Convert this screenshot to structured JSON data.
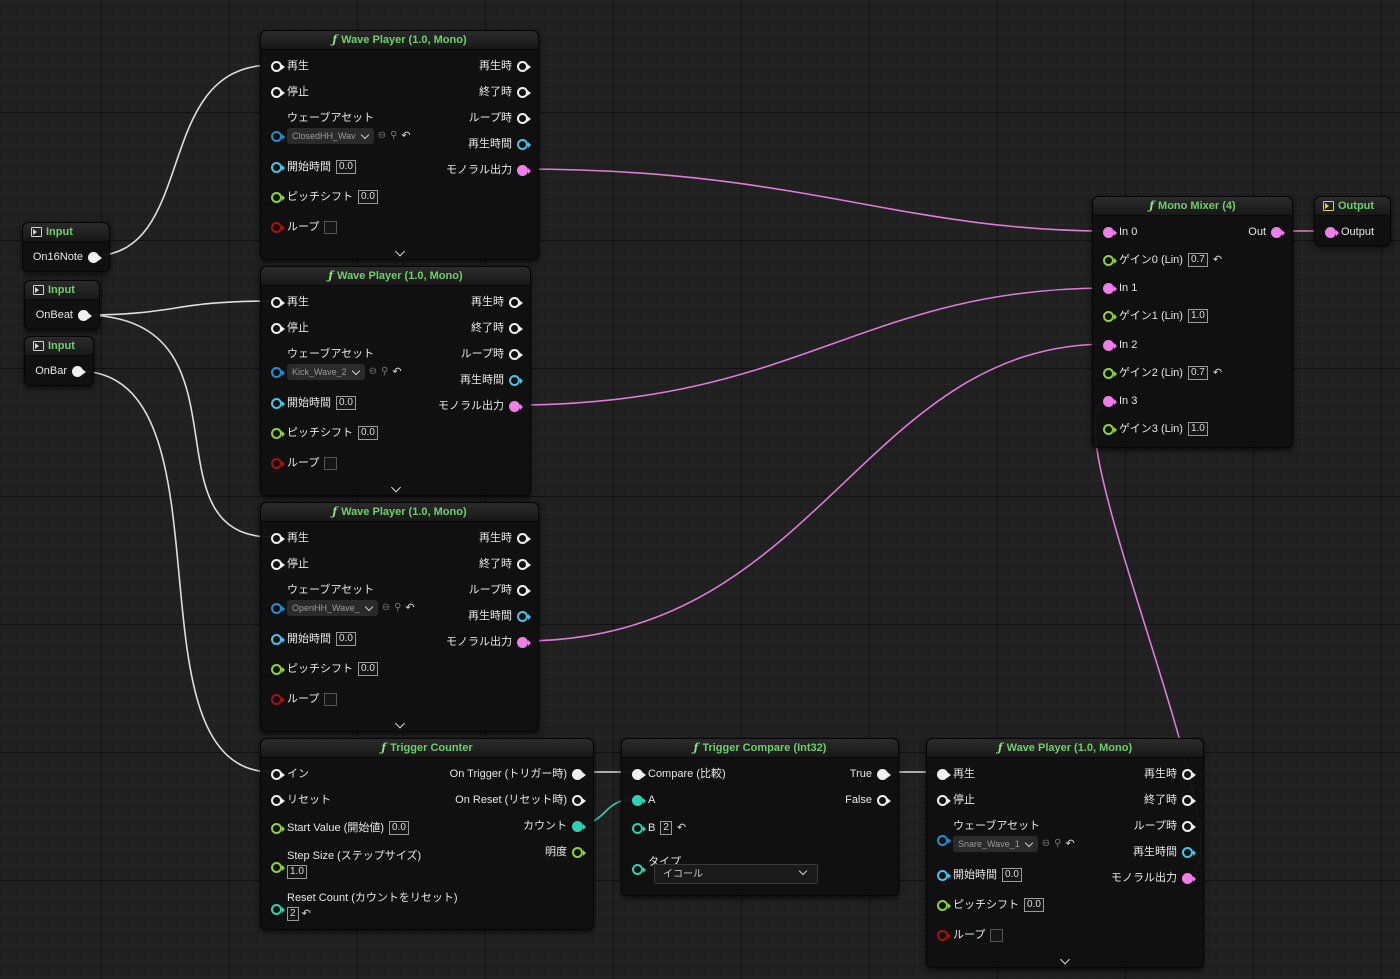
{
  "colors": {
    "exec": "#f0f0f0",
    "audio": "#f07ee8",
    "float": "#8ed23a",
    "int": "#2ed2b2",
    "time": "#49c5e8",
    "asset": "#1e8fd6",
    "bool": "#a11414",
    "title": "#6fcf6a"
  },
  "inputs": [
    {
      "title": "Input",
      "pin": "On16Note"
    },
    {
      "title": "Input",
      "pin": "OnBeat"
    },
    {
      "title": "Input",
      "pin": "OnBar"
    }
  ],
  "wave_players": [
    {
      "title": "Wave Player (1.0, Mono)",
      "play": "再生",
      "stop": "停止",
      "asset_label": "ウェーブアセット",
      "asset": "ClosedHH_Wav",
      "start_label": "開始時間",
      "start": "0.0",
      "pitch_label": "ピッチシフト",
      "pitch": "0.0",
      "loop_label": "ループ",
      "on_play": "再生時",
      "on_finished": "終了時",
      "on_looped": "ループ時",
      "play_time": "再生時間",
      "mono_out": "モノラル出力"
    },
    {
      "title": "Wave Player (1.0, Mono)",
      "play": "再生",
      "stop": "停止",
      "asset_label": "ウェーブアセット",
      "asset": "Kick_Wave_2",
      "start_label": "開始時間",
      "start": "0.0",
      "pitch_label": "ピッチシフト",
      "pitch": "0.0",
      "loop_label": "ループ",
      "on_play": "再生時",
      "on_finished": "終了時",
      "on_looped": "ループ時",
      "play_time": "再生時間",
      "mono_out": "モノラル出力"
    },
    {
      "title": "Wave Player (1.0, Mono)",
      "play": "再生",
      "stop": "停止",
      "asset_label": "ウェーブアセット",
      "asset": "OpenHH_Wave_",
      "start_label": "開始時間",
      "start": "0.0",
      "pitch_label": "ピッチシフト",
      "pitch": "0.0",
      "loop_label": "ループ",
      "on_play": "再生時",
      "on_finished": "終了時",
      "on_looped": "ループ時",
      "play_time": "再生時間",
      "mono_out": "モノラル出力"
    },
    {
      "title": "Wave Player (1.0, Mono)",
      "play": "再生",
      "stop": "停止",
      "asset_label": "ウェーブアセット",
      "asset": "Snare_Wave_1",
      "start_label": "開始時間",
      "start": "0.0",
      "pitch_label": "ピッチシフト",
      "pitch": "0.0",
      "loop_label": "ループ",
      "on_play": "再生時",
      "on_finished": "終了時",
      "on_looped": "ループ時",
      "play_time": "再生時間",
      "mono_out": "モノラル出力"
    }
  ],
  "mixer": {
    "title": "Mono Mixer (4)",
    "in0": "In 0",
    "gain0_label": "ゲイン0 (Lin)",
    "gain0": "0.7",
    "in1": "In 1",
    "gain1_label": "ゲイン1 (Lin)",
    "gain1": "1.0",
    "in2": "In 2",
    "gain2_label": "ゲイン2 (Lin)",
    "gain2": "0.7",
    "in3": "In 3",
    "gain3_label": "ゲイン3 (Lin)",
    "gain3": "1.0",
    "out": "Out"
  },
  "output": {
    "title": "Output",
    "pin": "Output"
  },
  "trigger_counter": {
    "title": "Trigger Counter",
    "in": "イン",
    "reset": "リセット",
    "start_label": "Start Value (開始値)",
    "start": "0.0",
    "step_label": "Step Size (ステップサイズ)",
    "step": "1.0",
    "reset_count_label": "Reset Count (カウントをリセット)",
    "reset_count": "2",
    "on_trigger": "On Trigger (トリガー時)",
    "on_reset": "On Reset (リセット時)",
    "count": "カウント",
    "brightness": "明度"
  },
  "trigger_compare": {
    "title": "Trigger Compare (Int32)",
    "compare": "Compare (比較)",
    "a": "A",
    "b": "B",
    "b_value": "2",
    "type_label": "タイプ",
    "type_value": "イコール",
    "true_label": "True",
    "false_label": "False"
  }
}
